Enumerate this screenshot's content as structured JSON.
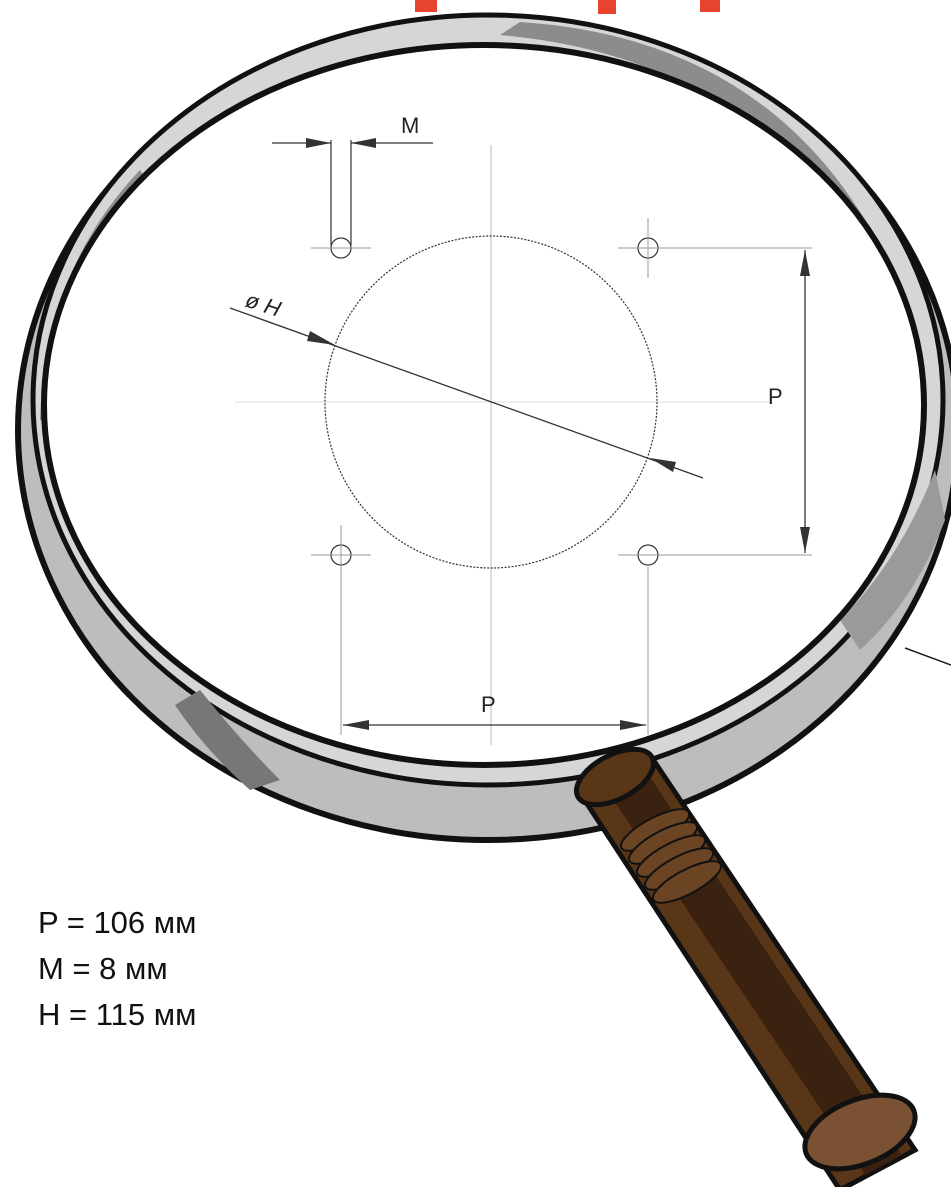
{
  "drawing": {
    "label_m": "M",
    "label_h": "ø H",
    "label_p_vertical": "P",
    "label_p_horizontal": "P"
  },
  "legend": {
    "items": [
      {
        "text": "P = 106 мм"
      },
      {
        "text": "M = 8 мм"
      },
      {
        "text": "H = 115 мм"
      }
    ]
  },
  "colors": {
    "title_accent": "#e8432f",
    "handle": "#5a3618",
    "handle_dark": "#3b2210",
    "handle_end": "#7a5233",
    "rim_light": "#c8c8c8",
    "rim_dark": "#8a8a8a",
    "outline": "#111111"
  }
}
